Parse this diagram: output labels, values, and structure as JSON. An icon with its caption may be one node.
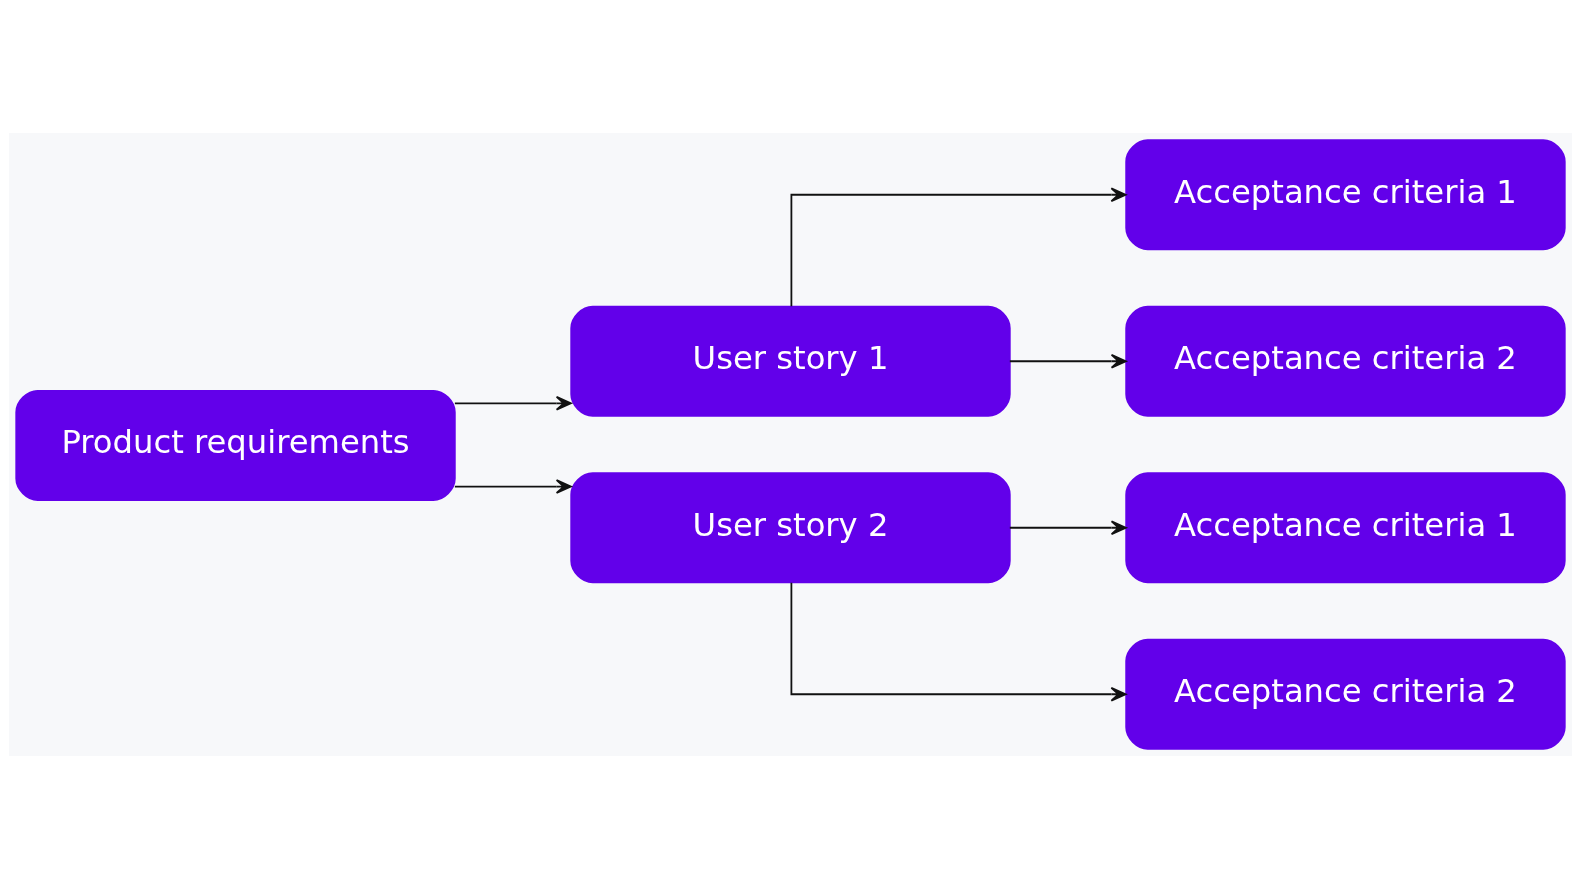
{
  "diagram": {
    "nodes": [
      {
        "text": [
          "Product requirements"
        ]
      },
      {
        "text": [
          "User story 1"
        ]
      },
      {
        "text": [
          "User story 2"
        ]
      },
      {
        "text": [
          "Acceptance criteria 1"
        ]
      },
      {
        "text": [
          "Acceptance criteria 2"
        ]
      },
      {
        "text": [
          "Acceptance criteria 1"
        ]
      },
      {
        "text": [
          "Acceptance criteria 2"
        ]
      }
    ],
    "edges": [
      {
        "from": 0,
        "to": 1,
        "arrow": "to"
      },
      {
        "from": 0,
        "to": 2,
        "arrow": "to"
      },
      {
        "from": 1,
        "to": 3,
        "arrow": "to"
      },
      {
        "from": 1,
        "to": 4,
        "arrow": "to"
      },
      {
        "from": 2,
        "to": 5,
        "arrow": "to"
      },
      {
        "from": 2,
        "to": 6,
        "arrow": "to"
      }
    ]
  }
}
